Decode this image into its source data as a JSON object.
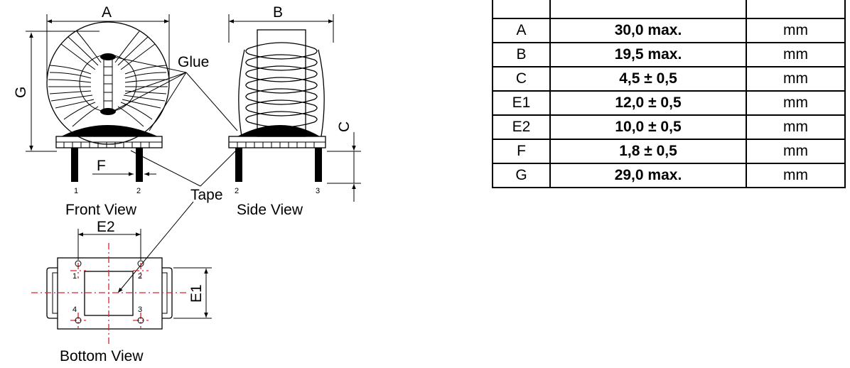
{
  "diagram": {
    "dim_labels": {
      "a": "A",
      "b": "B",
      "c": "C",
      "e1": "E1",
      "e2": "E2",
      "f": "F",
      "g": "G"
    },
    "callouts": {
      "glue": "Glue",
      "tape": "Tape"
    },
    "view_labels": {
      "front": "Front View",
      "side": "Side View",
      "bottom": "Bottom View"
    },
    "pins": {
      "front_left": "1",
      "front_right": "2",
      "side_left": "2",
      "side_right": "3",
      "bottom_tl": "1",
      "bottom_tr": "2",
      "bottom_bl": "4",
      "bottom_br": "3"
    }
  },
  "dimension_table": {
    "rows": [
      {
        "dim": "A",
        "value": "30,0 max.",
        "unit": "mm"
      },
      {
        "dim": "B",
        "value": "19,5 max.",
        "unit": "mm"
      },
      {
        "dim": "C",
        "value": "4,5 ± 0,5",
        "unit": "mm"
      },
      {
        "dim": "E1",
        "value": "12,0 ± 0,5",
        "unit": "mm"
      },
      {
        "dim": "E2",
        "value": "10,0 ± 0,5",
        "unit": "mm"
      },
      {
        "dim": "F",
        "value": "1,8 ± 0,5",
        "unit": "mm"
      },
      {
        "dim": "G",
        "value": "29,0 max.",
        "unit": "mm"
      }
    ]
  }
}
